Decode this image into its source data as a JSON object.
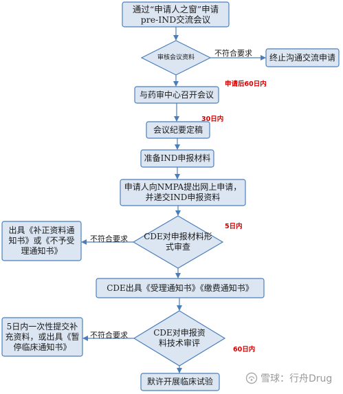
{
  "colors": {
    "box_fill": "#dce6f2",
    "box_stroke": "#4a7ebb",
    "arrow": "#4a7ebb",
    "timing": "#d40000"
  },
  "flow": {
    "start": "通过“申请人之窗”申请\npre-IND交流会议",
    "review_meeting": "审核会议资料",
    "reject1_label": "不符合要求",
    "terminate": "终止沟通交流申请",
    "t1": "申请后60日内",
    "meeting": "与药审中心召开会议",
    "t2": "30日内",
    "minutes": "会议纪要定稿",
    "prepare": "准备IND申报材料",
    "submit": "申请人向NMPA提出网上申请，\n并递交IND申报资料",
    "t3": "5日内",
    "formal_review": "CDE对申报材料形\n式审查",
    "reject2_label": "不符合要求",
    "notice_box": "出具《补正资料通\n知书》或《不予受\n理通知书》",
    "accept": "CDE出具《受理通知书》《缴费通知书》",
    "tech_review": "CDE对申报资\n料技术审评",
    "reject3_label": "不符合要求",
    "supplement": "5日内一次性提交补\n充资料，或出具《暂\n停临床通知书》",
    "t4": "60日内",
    "approve": "默许开展临床试验"
  },
  "watermark": {
    "text": "雪球：行舟Drug",
    "icon": "snowball-logo-icon"
  }
}
